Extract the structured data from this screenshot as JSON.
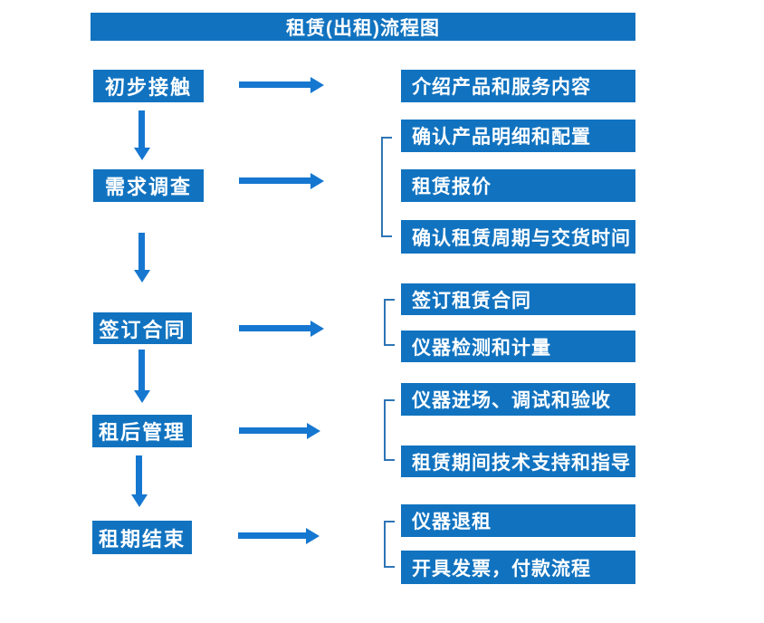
{
  "title": "租赁(出租)流程图",
  "colors": {
    "box_blue": "#1173c0",
    "arrow_blue": "#1677d0",
    "bracket_blue": "#2e75b6",
    "text_white": "#ffffff",
    "background": "#ffffff"
  },
  "left_steps": [
    {
      "label": "初步接触"
    },
    {
      "label": "需求调查"
    },
    {
      "label": "签订合同"
    },
    {
      "label": "租后管理"
    },
    {
      "label": "租期结束"
    }
  ],
  "right_boxes": [
    {
      "label": "介绍产品和服务内容"
    },
    {
      "label": "确认产品明细和配置"
    },
    {
      "label": "租赁报价"
    },
    {
      "label": "确认租赁周期与交货时间"
    },
    {
      "label": "签订租赁合同"
    },
    {
      "label": "仪器检测和计量"
    },
    {
      "label": "仪器进场、调试和验收"
    },
    {
      "label": "租赁期间技术支持和指导"
    },
    {
      "label": "仪器退租"
    },
    {
      "label": "开具发票，付款流程"
    }
  ]
}
